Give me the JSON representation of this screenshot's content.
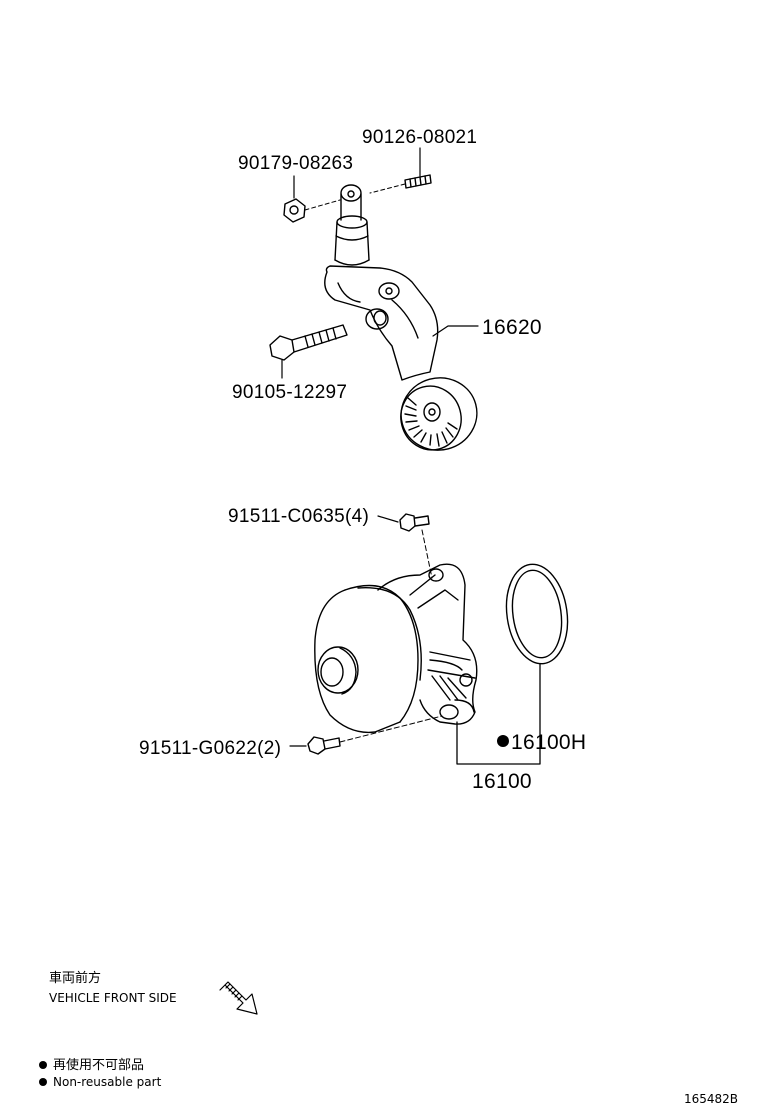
{
  "labels": {
    "nut_left": "90179-08263",
    "stud_top": "90126-08021",
    "tensioner": "16620",
    "bolt_tensioner": "90105-12297",
    "bolt_pump_upper": "91511-C0635(4)",
    "bolt_pump_lower": "91511-G0622(2)",
    "gasket": "16100H",
    "water_pump": "16100"
  },
  "legend": {
    "front_jp": "車両前方",
    "front_en": "VEHICLE FRONT SIDE",
    "nonreusable_jp": "再使用不可部品",
    "nonreusable_en": "Non-reusable part"
  },
  "figure_id": "165482B"
}
